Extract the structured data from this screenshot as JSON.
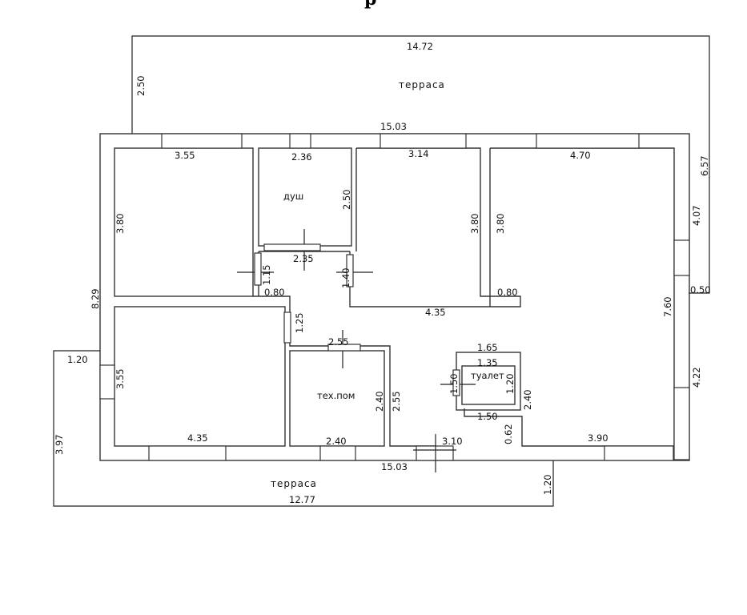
{
  "page_title_fragment": "р",
  "rooms": {
    "terrace_top": "терраса",
    "terrace_bottom": "терраса",
    "shower": "душ",
    "tech_room": "тех.пом",
    "toilet": "туалет"
  },
  "dimensions": {
    "terrace_top_width": "14.72",
    "terrace_top_depth": "2.50",
    "terrace_right_height": "6.57",
    "terrace_right_offset": "0.50",
    "house_top_width": "15.03",
    "house_bottom_width": "15.03",
    "house_left_height": "8.29",
    "room1_width": "3.55",
    "room1_height": "3.80",
    "shower_width": "2.36",
    "shower_height": "2.50",
    "room3_width": "3.14",
    "room3_height_right": "3.80",
    "room4_width": "4.70",
    "room4_height_left": "3.80",
    "room4_height_total": "7.60",
    "right_wall_upper": "4.07",
    "right_wall_lower": "4.22",
    "hall_top_width": "2.35",
    "hall_left_h": "1.15",
    "hall_left_w": "0.80",
    "hall_right_h": "1.40",
    "corridor_width": "4.35",
    "corridor_step": "0.80",
    "hall_lower_h": "1.25",
    "room5_height": "3.55",
    "room5_width": "4.35",
    "tech_top_width": "2.55",
    "tech_height": "2.40",
    "tech_bottom_width": "2.40",
    "corridor2_height": "2.55",
    "toilet_outer_width": "1.65",
    "toilet_inner_width": "1.35",
    "toilet_left_h": "1.50",
    "toilet_right_h": "1.20",
    "toilet_bottom_w": "1.50",
    "toilet_step_h": "0.62",
    "kitchen_step_h": "2.40",
    "entrance_width": "3.10",
    "kitchen_bottom_width": "3.90",
    "terrace_left_offset": "1.20",
    "terrace_left_height": "3.97",
    "terrace_bottom_width": "12.77",
    "terrace_bottom_depth": "1.20"
  }
}
